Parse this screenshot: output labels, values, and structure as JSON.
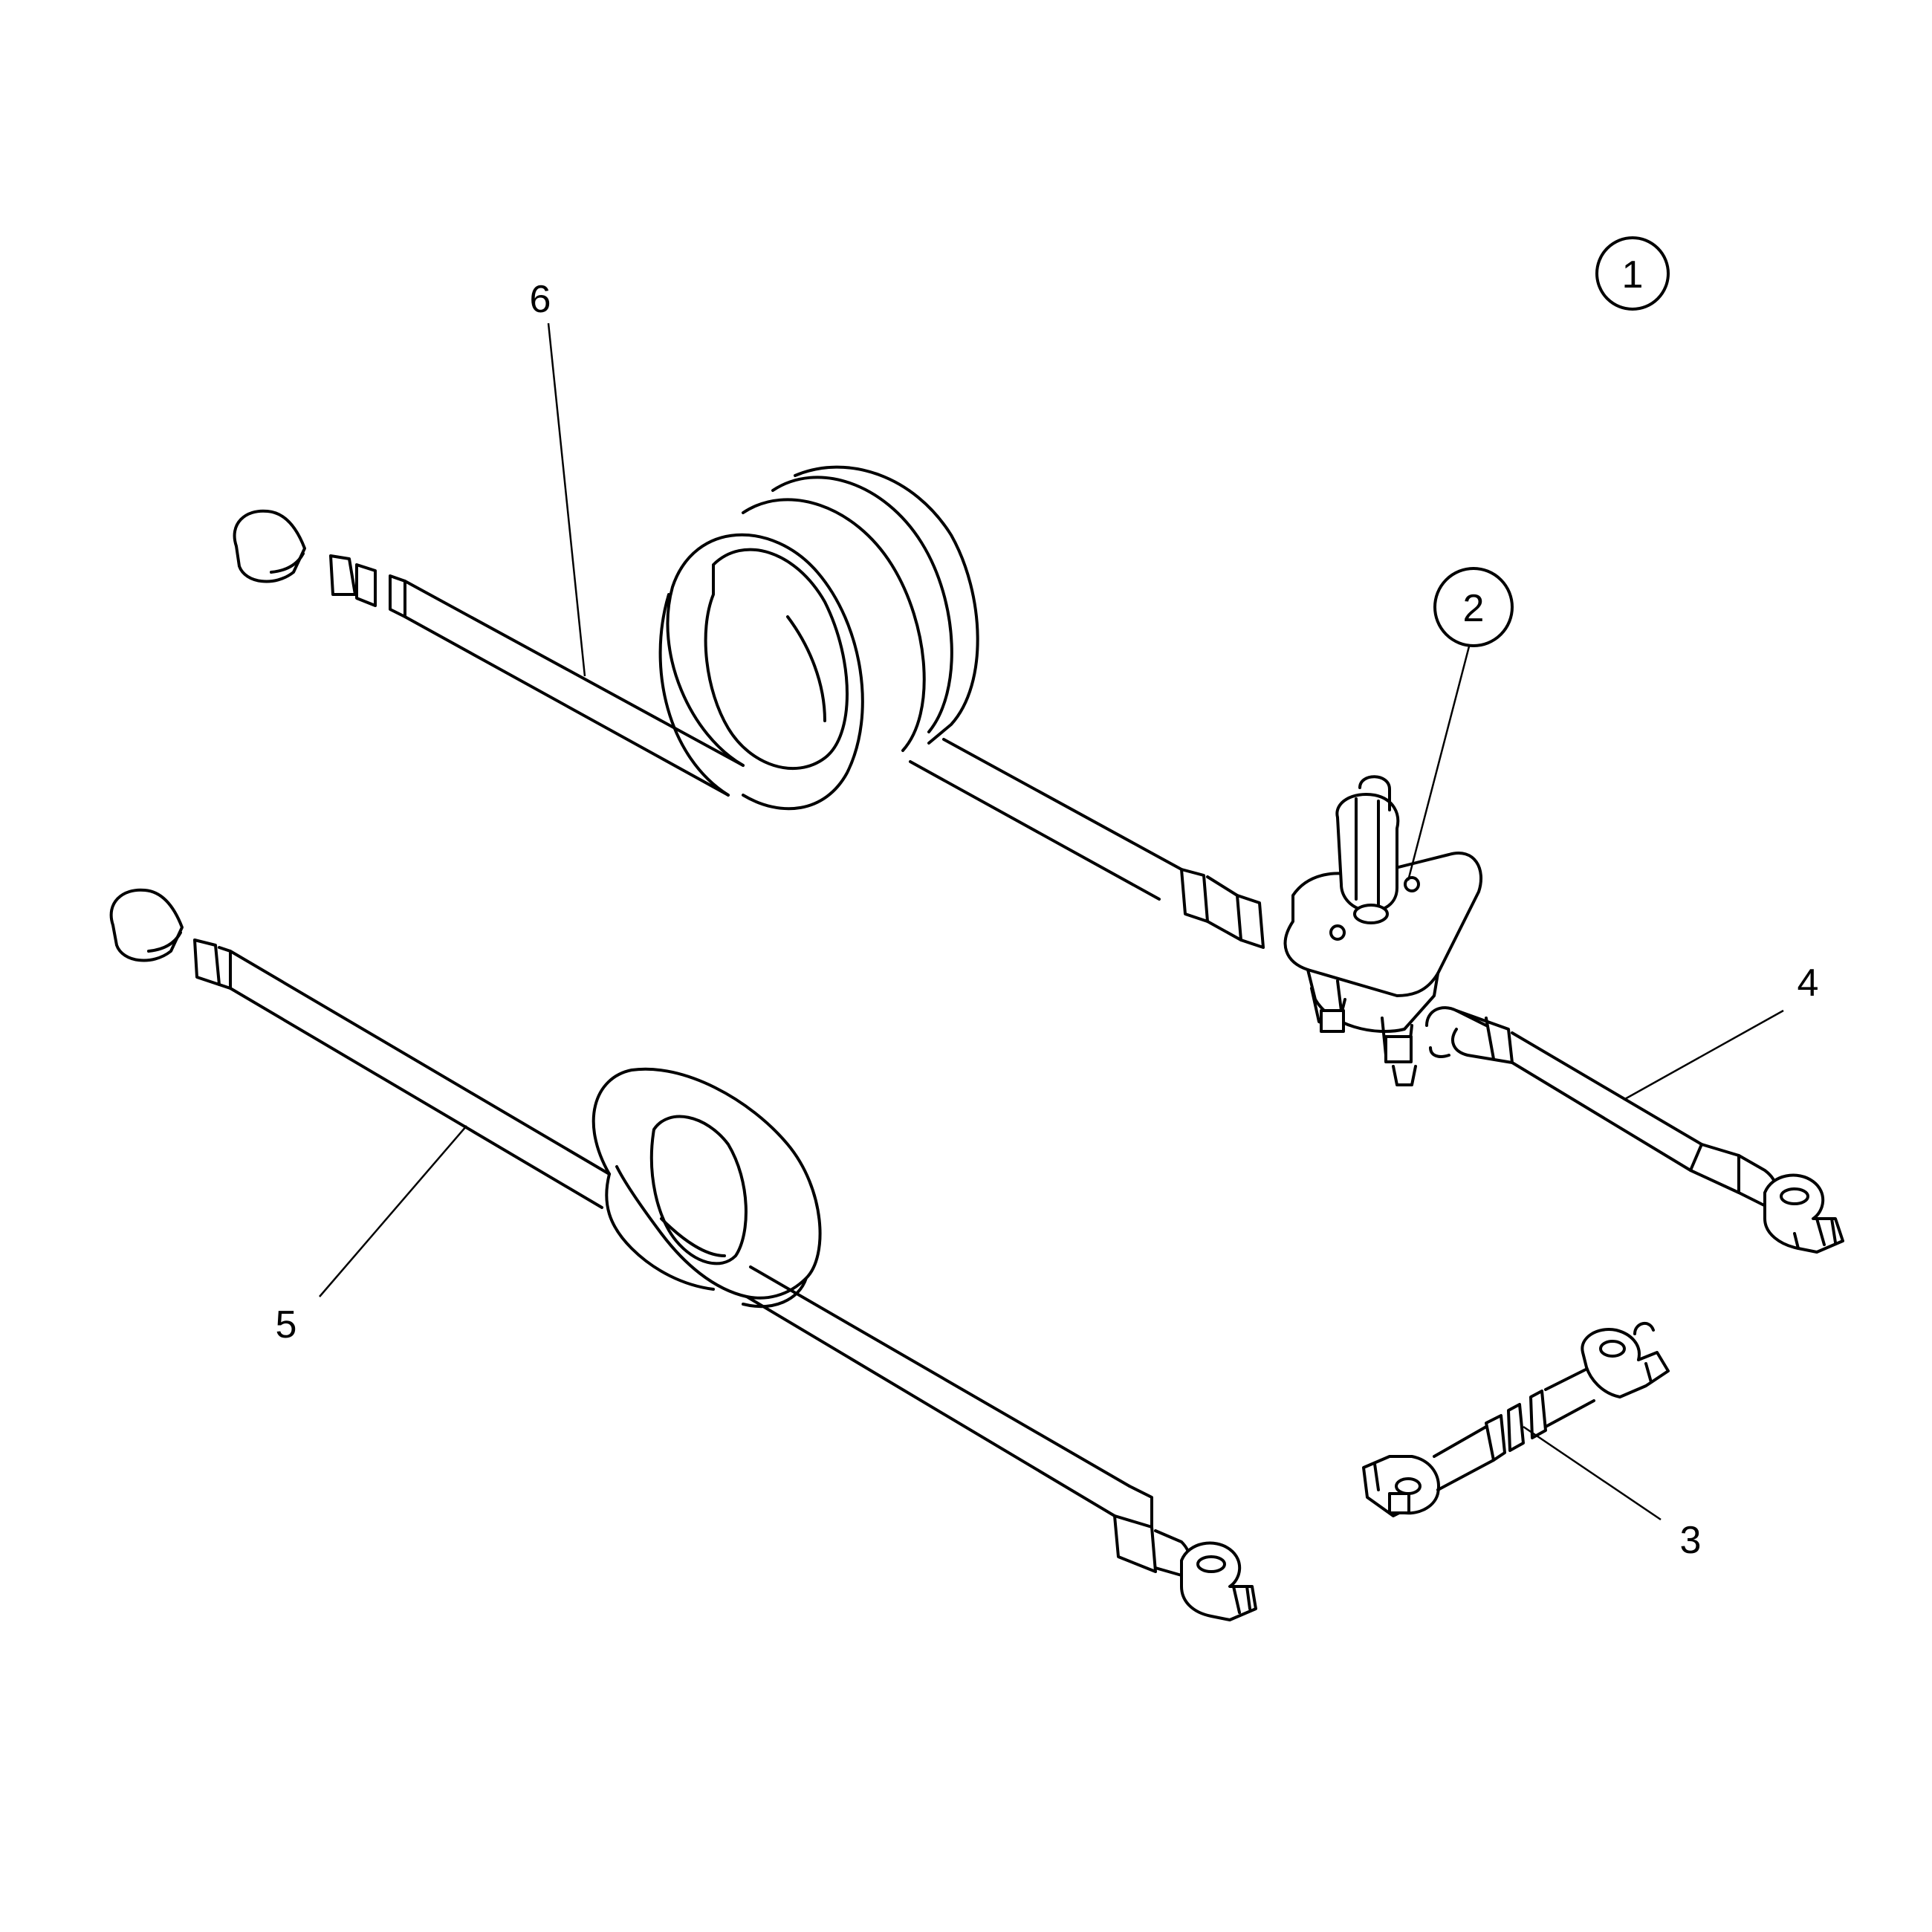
{
  "colors": {
    "line": "#000000",
    "background": "#ffffff"
  },
  "callouts": [
    {
      "id": "1",
      "label": "1",
      "circled": true
    },
    {
      "id": "2",
      "label": "2",
      "circled": true
    },
    {
      "id": "3",
      "label": "3",
      "circled": false
    },
    {
      "id": "4",
      "label": "4",
      "circled": false
    },
    {
      "id": "5",
      "label": "5",
      "circled": false
    },
    {
      "id": "6",
      "label": "6",
      "circled": false
    }
  ]
}
